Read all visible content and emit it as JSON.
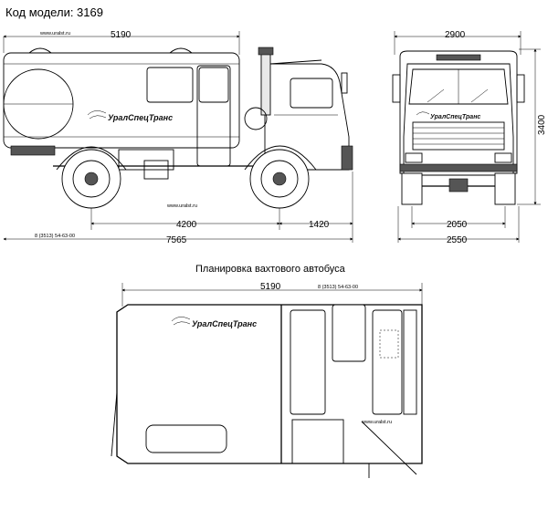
{
  "header": {
    "model_label": "Код модели: 3169"
  },
  "side_view": {
    "dim_overall_length_body": "5190",
    "dim_wheelbase": "4200",
    "dim_rear_overhang": "1420",
    "dim_total_length": "7565",
    "website": "www.uralst.ru",
    "phone": "8 (3513) 54-63-00",
    "brand": "УралСпецТранс"
  },
  "front_view": {
    "dim_width_top": "2900",
    "dim_height": "3400",
    "dim_track": "2050",
    "dim_width_bottom": "2550"
  },
  "plan": {
    "title": "Планировка вахтового автобуса",
    "dim_length": "5190",
    "phone": "8 (3513) 54-63-00",
    "website": "www.uralst.ru",
    "brand": "УралСпецТранс"
  },
  "colors": {
    "line": "#000000",
    "background": "#ffffff"
  }
}
